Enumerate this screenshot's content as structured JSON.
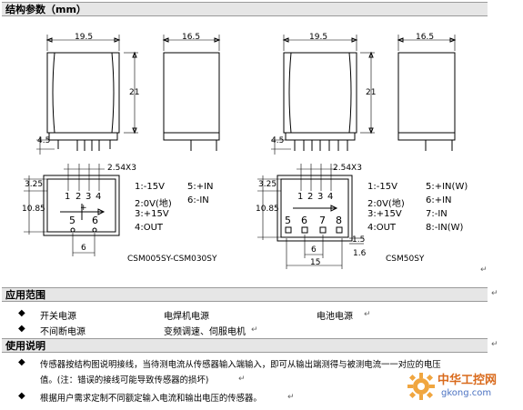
{
  "sections": {
    "structure": "结构参数（mm）",
    "application": "应用范围",
    "usage": "使用说明"
  },
  "dims": {
    "w195": "19.5",
    "w165": "16.5",
    "h21": "21",
    "h45": "4.5",
    "pitch": "2.54X3",
    "d325": "3.25",
    "d1085": "10.85",
    "d6": "6",
    "d15": "15",
    "d16": "1.6",
    "d15b": "1.5"
  },
  "left_device": {
    "pins_top": [
      "1",
      "2",
      "3",
      "4"
    ],
    "pins_bottom": [
      "5",
      "6"
    ],
    "arrow_label": "+",
    "pin_desc": [
      "1:-15V",
      "2:0V(地)",
      "3:+15V",
      "4:OUT"
    ],
    "pin_desc2": [
      "5:+IN",
      "6:-IN"
    ],
    "model": "CSM005SY-CSM030SY"
  },
  "right_device": {
    "pins_top": [
      "1",
      "2",
      "3",
      "4"
    ],
    "pins_bottom": [
      "5",
      "6",
      "7",
      "8"
    ],
    "pin_desc": [
      "1:-15V",
      "2:0V(地)",
      "3:+15V",
      "4:OUT"
    ],
    "pin_desc2": [
      "5:+IN(W)",
      "6:+IN",
      "7:-IN",
      "8:-IN(W)"
    ],
    "model": "CSM50SY"
  },
  "application": {
    "row1": [
      "开关电源",
      "电焊机电源",
      "电池电源"
    ],
    "row2": [
      "不间断电源",
      "变频调速、伺服电机"
    ]
  },
  "usage": {
    "line1": "传感器按结构图说明接线，当待测电流从传感器输入端输入，即可从输出端测得与被测电流一一对应的电压",
    "line1b": "值。(注：错误的接线可能导致传感器的损坏)",
    "line2": "根据用户需求定制不同额定输入电流和输出电压的传感器。"
  },
  "watermark": {
    "cn": "中华工控网",
    "url": "gkong.com"
  }
}
